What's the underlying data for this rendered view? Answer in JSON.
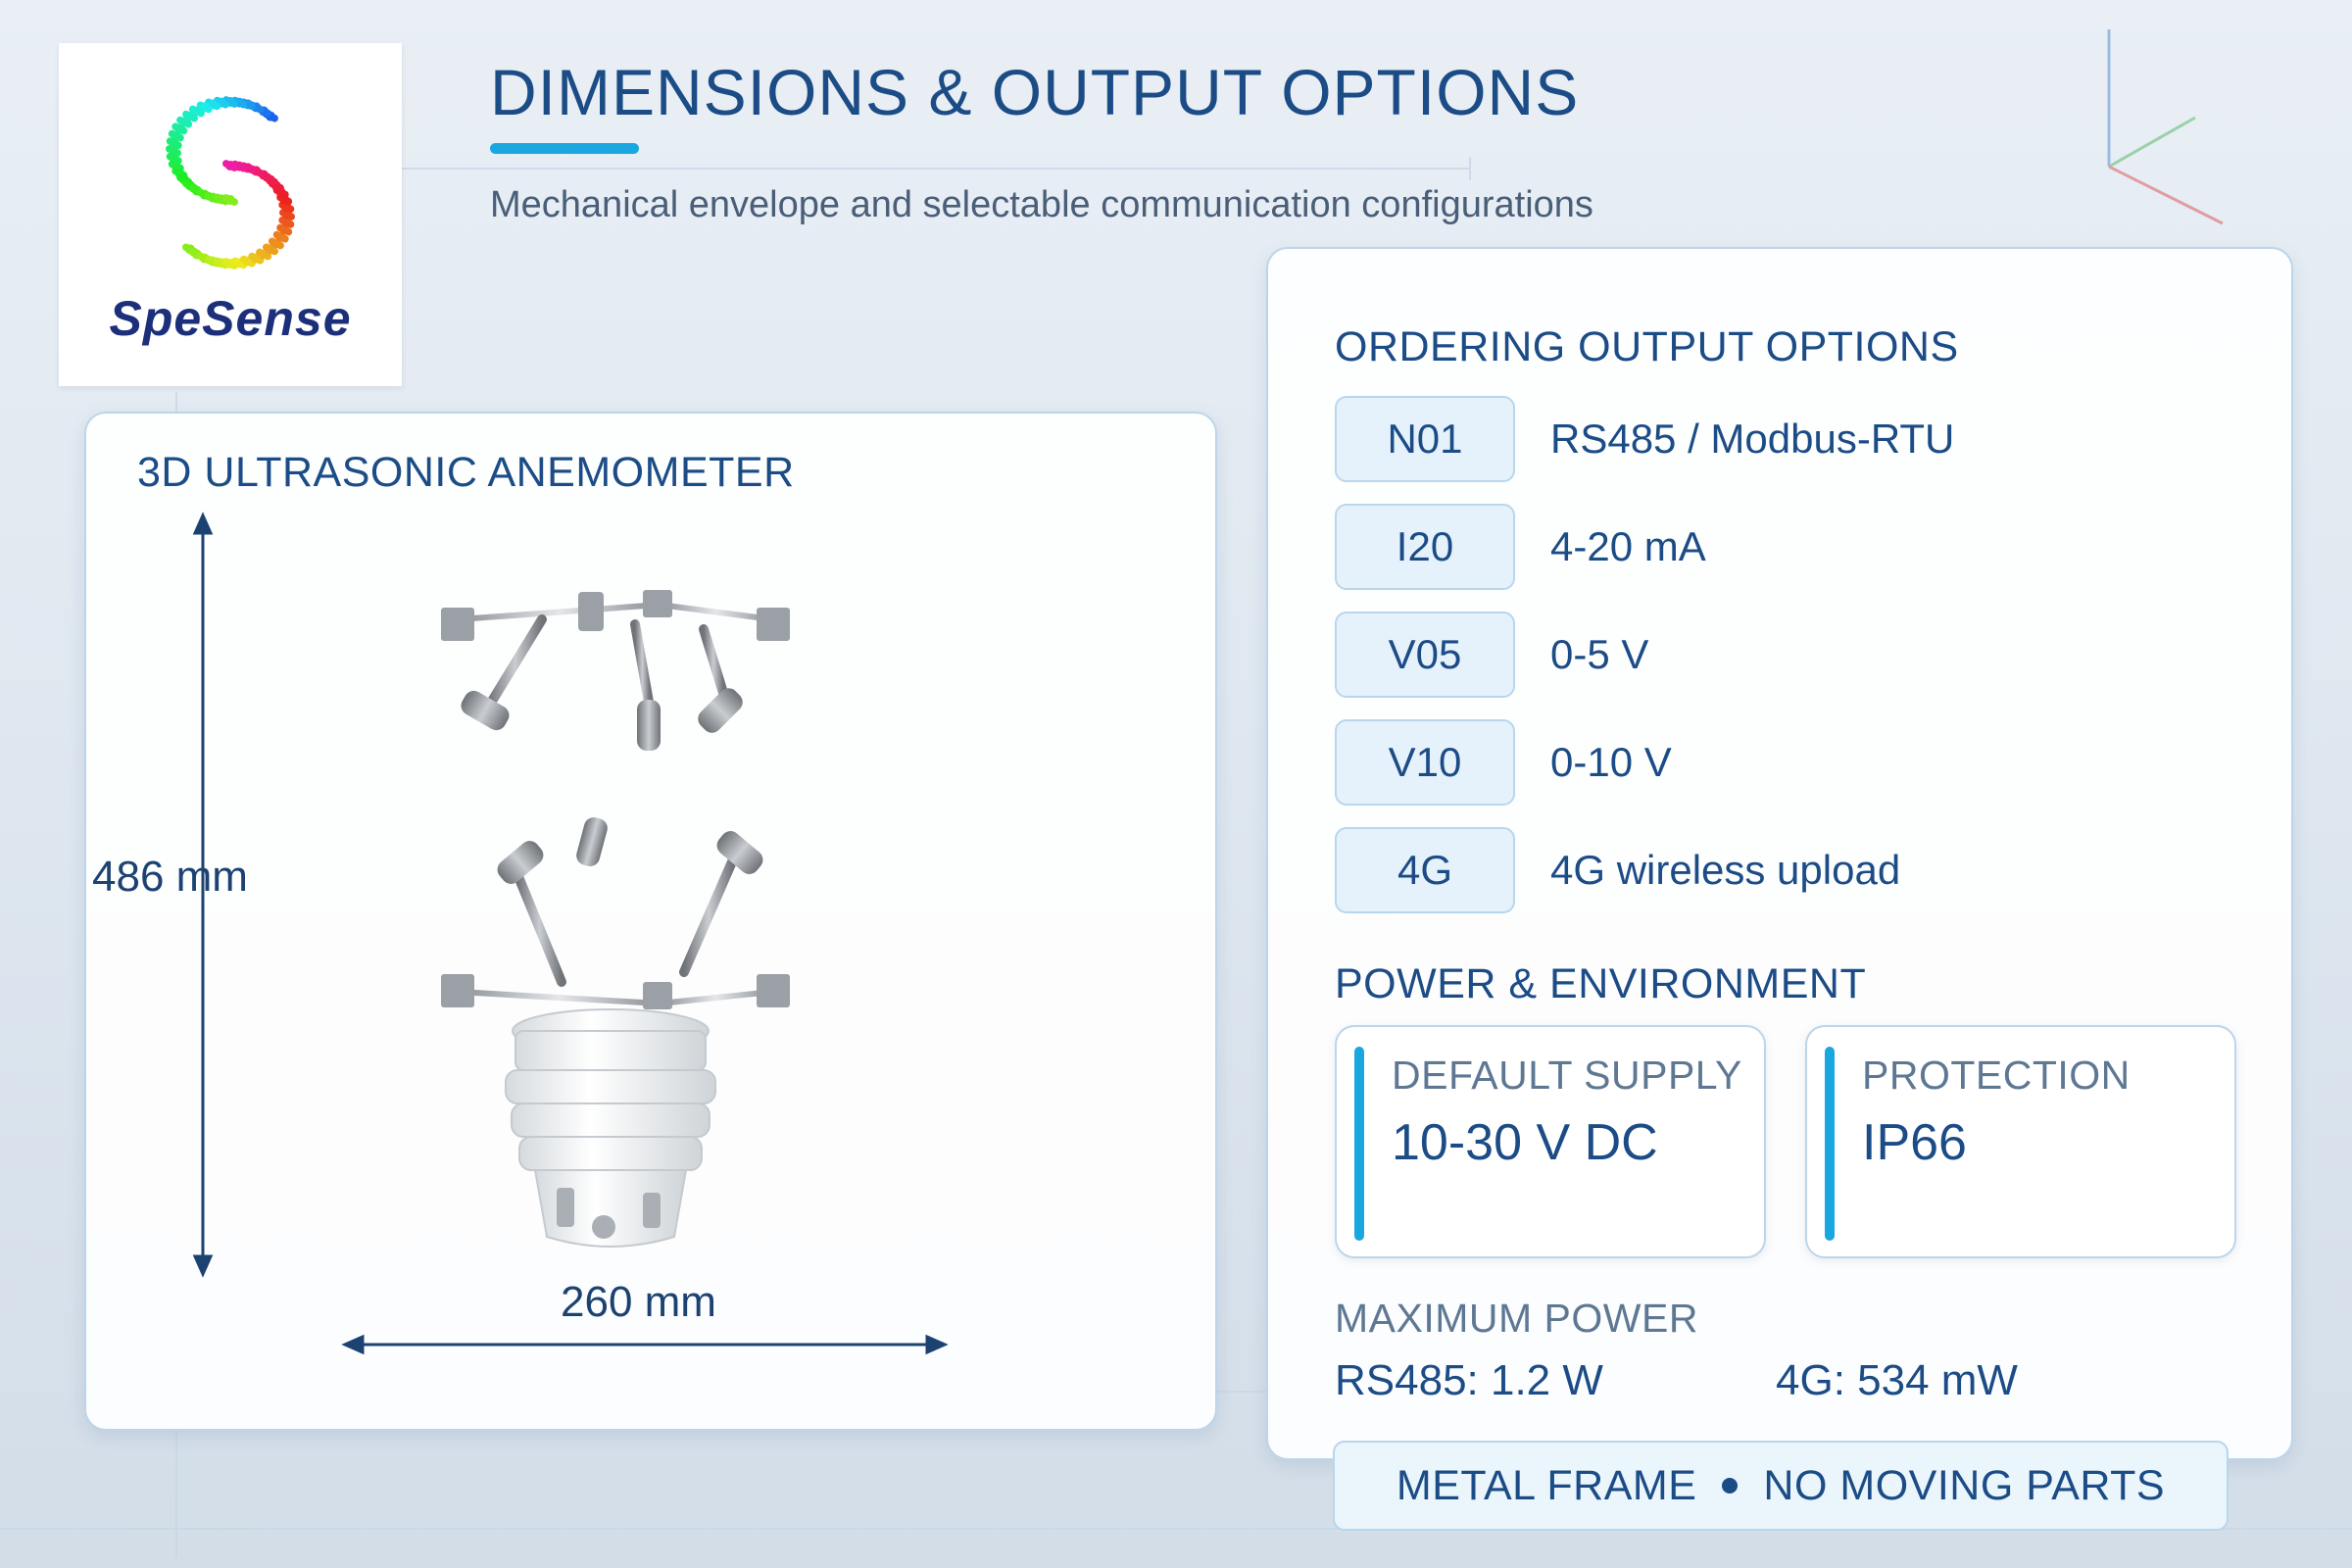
{
  "brand": {
    "name": "SpeSense"
  },
  "header": {
    "title": "DIMENSIONS & OUTPUT OPTIONS",
    "subtitle": "Mechanical envelope and selectable communication configurations"
  },
  "left_panel": {
    "title": "3D ULTRASONIC ANEMOMETER",
    "height_label": "486 mm",
    "width_label": "260 mm"
  },
  "right_panel": {
    "ordering_title": "ORDERING OUTPUT OPTIONS",
    "options": [
      {
        "code": "N01",
        "desc": "RS485 / Modbus-RTU"
      },
      {
        "code": "I20",
        "desc": "4-20 mA"
      },
      {
        "code": "V05",
        "desc": "0-5 V"
      },
      {
        "code": "V10",
        "desc": "0-10 V"
      },
      {
        "code": "4G",
        "desc": "4G wireless upload"
      }
    ],
    "power_title": "POWER & ENVIRONMENT",
    "supply": {
      "label": "DEFAULT SUPPLY",
      "value": "10-30 V DC"
    },
    "protection": {
      "label": "PROTECTION",
      "value": "IP66"
    },
    "max_power_title": "MAXIMUM POWER",
    "max_power_rs485": "RS485: 1.2 W",
    "max_power_4g": "4G: 534 mW"
  },
  "footer_pill": {
    "left": "METAL FRAME",
    "right": "NO MOVING PARTS"
  },
  "colors": {
    "accent": "#1aa7e0",
    "primary": "#1c4c86",
    "muted": "#5e7894"
  }
}
